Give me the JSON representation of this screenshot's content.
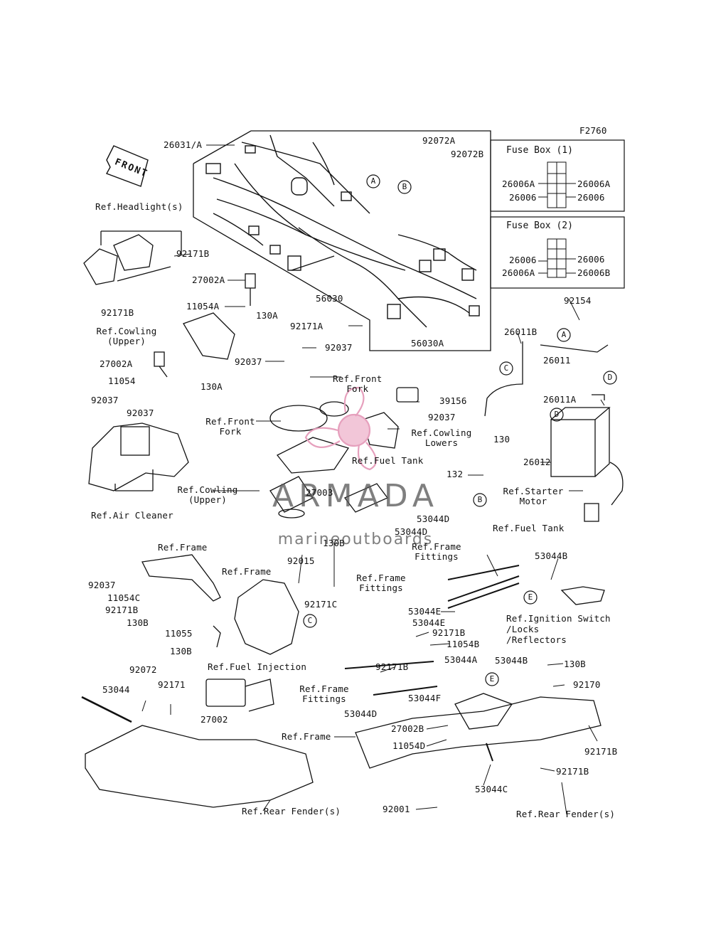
{
  "figure_code": "F2760",
  "front_label": "FRONT",
  "watermark": {
    "brand": "ARMADA",
    "tagline": "marineoutboards"
  },
  "fuse_box_1": {
    "title": "Fuse Box (1)",
    "left_top": "26006A",
    "left_bottom": "26006",
    "right_top": "26006A",
    "right_bottom": "26006"
  },
  "fuse_box_2": {
    "title": "Fuse Box (2)",
    "left_top": "26006",
    "left_bottom": "26006A",
    "right_top": "26006",
    "right_bottom": "26006B"
  },
  "callouts": {
    "a": "A",
    "b": "B",
    "c": "C",
    "d": "D",
    "e": "E"
  },
  "labels": {
    "p26031A": "26031/A",
    "p92072A": "92072A",
    "p92072B": "92072B",
    "refHeadlight": "Ref.Headlight(s)",
    "p92171B_a": "92171B",
    "p92171B_b": "92171B",
    "p27002A_a": "27002A",
    "p11054A": "11054A",
    "p130A_a": "130A",
    "refCowlingUpper_a": "Ref.Cowling\n(Upper)",
    "p56030": "56030",
    "p92171A": "92171A",
    "p56030A": "56030A",
    "p92037_a": "92037",
    "p92037_b": "92037",
    "p27002A_b": "27002A",
    "p11054": "11054",
    "p130A_b": "130A",
    "refFrontFork_a": "Ref.Front\nFork",
    "p92154": "92154",
    "p26011B": "26011B",
    "p26011": "26011",
    "p26011A": "26011A",
    "p39156": "39156",
    "p92037_c": "92037",
    "p92037_d": "92037",
    "p92037_e": "92037",
    "refFrontFork_b": "Ref.Front\nFork",
    "refCowlingLowers": "Ref.Cowling\nLowers",
    "refFuelTank_a": "Ref.Fuel Tank",
    "p130": "130",
    "p26012": "26012",
    "p132": "132",
    "refStarterMotor": "Ref.Starter\nMotor",
    "refCowlingUpper_b": "Ref.Cowling\n(Upper)",
    "p27003": "27003",
    "refAirCleaner": "Ref.Air Cleaner",
    "p53044D_a": "53044D",
    "p53044D_b": "53044D",
    "refFuelTank_b": "Ref.Fuel Tank",
    "refFrameFittings_a": "Ref.Frame\nFittings",
    "refFrame_a": "Ref.Frame",
    "p130B_a": "130B",
    "p92015": "92015",
    "refFrame_b": "Ref.Frame",
    "p92037_f": "92037",
    "p11054C": "11054C",
    "p92171B_c": "92171B",
    "p130B_b": "130B",
    "p92171C": "92171C",
    "p11055": "11055",
    "p130B_c": "130B",
    "p53044B_a": "53044B",
    "refFrameFittings_b": "Ref.Frame\nFittings",
    "p53044E_a": "53044E",
    "p53044E_b": "53044E",
    "refIgnitionSwitch": "Ref.Ignition Switch\n/Locks\n/Reflectors",
    "p92171B_d": "92171B",
    "p11054B": "11054B",
    "p92171B_e": "92171B",
    "p53044A": "53044A",
    "p53044B_b": "53044B",
    "p130B_d": "130B",
    "p92170": "92170",
    "refFuelInjection": "Ref.Fuel Injection",
    "p92072": "92072",
    "p92171": "92171",
    "p53044": "53044",
    "p27002": "27002",
    "refFrameFittings_c": "Ref.Frame\nFittings",
    "p53044F": "53044F",
    "p53044D_c": "53044D",
    "refFrame_c": "Ref.Frame",
    "p92171B_f": "92171B",
    "p92171B_g": "92171B",
    "p27002B": "27002B",
    "p11054D": "11054D",
    "p53044C": "53044C",
    "p92001": "92001",
    "refRearFender_a": "Ref.Rear Fender(s)",
    "refRearFender_b": "Ref.Rear Fender(s)"
  }
}
